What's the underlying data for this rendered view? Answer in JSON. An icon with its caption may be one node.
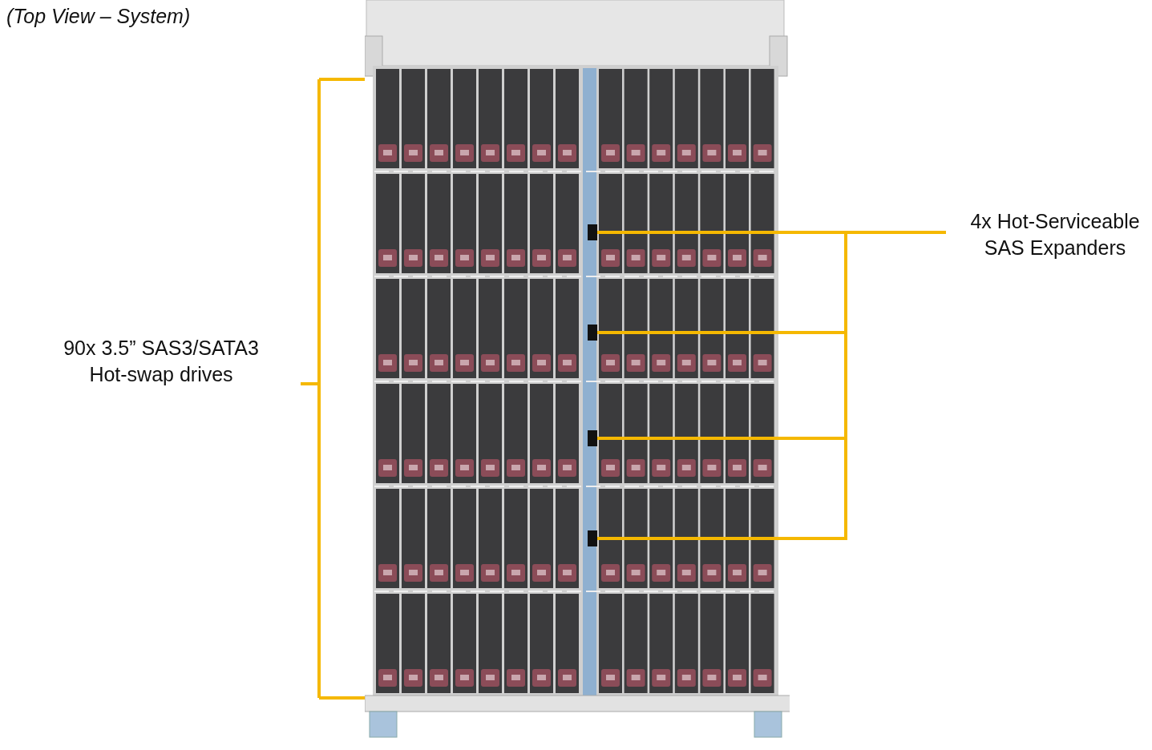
{
  "diagram": {
    "title": "(Top View – System)",
    "nodes": [
      {
        "text": [
          "90x 3.5” SAS3/SATA3 Hot-swap drives"
        ]
      },
      {
        "text": [],
        "shape": "picture"
      },
      {
        "text": [
          "4x Hot-Serviceable SAS Expanders"
        ]
      },
      {
        "text": [],
        "shape": "box",
        "in": 1
      },
      {
        "text": [],
        "shape": "box",
        "in": 1
      },
      {
        "text": [],
        "shape": "box",
        "in": 1
      },
      {
        "text": [],
        "shape": "box",
        "in": 1
      }
    ],
    "edges": [
      {
        "from": 0,
        "to": 1,
        "arrow": "none"
      },
      {
        "from": 2,
        "to": 3,
        "arrow": "none"
      },
      {
        "from": 2,
        "to": 4,
        "arrow": "none"
      },
      {
        "from": 2,
        "to": 5,
        "arrow": "none"
      },
      {
        "from": 2,
        "to": 6,
        "arrow": "none"
      }
    ]
  }
}
